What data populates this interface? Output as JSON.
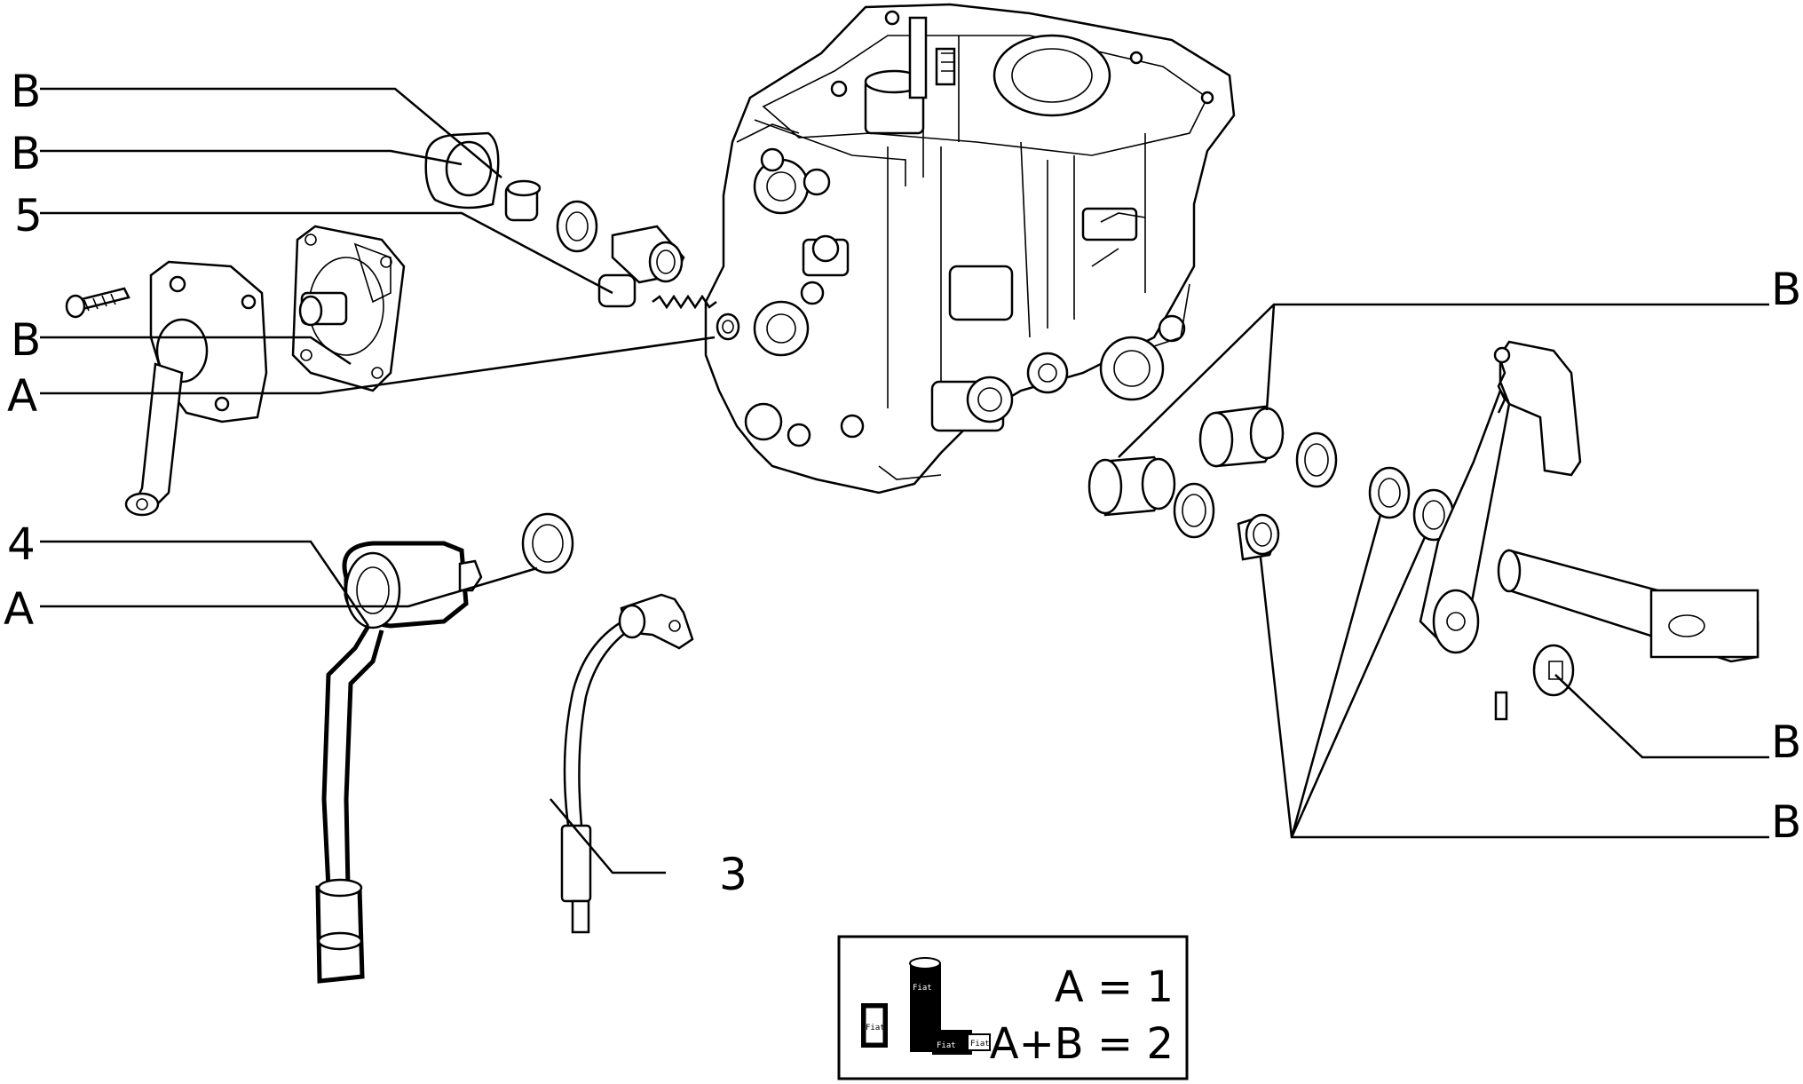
{
  "callouts": {
    "b_top_1": "B",
    "b_top_2": "B",
    "five": "5",
    "b_left": "B",
    "a_left_1": "A",
    "four": "4",
    "a_left_2": "A",
    "three": "3",
    "b_right_1": "B",
    "b_right_2": "B",
    "b_right_3": "B"
  },
  "legend": {
    "line_a": "A = 1",
    "line_ab": "A+B = 2",
    "kit_icon": "repair-kit-icon",
    "kit_stamp_1": "Fiat",
    "kit_stamp_2": "Fiat",
    "kit_stamp_3": "Fiat",
    "kit_tube_text": "Fiat"
  }
}
